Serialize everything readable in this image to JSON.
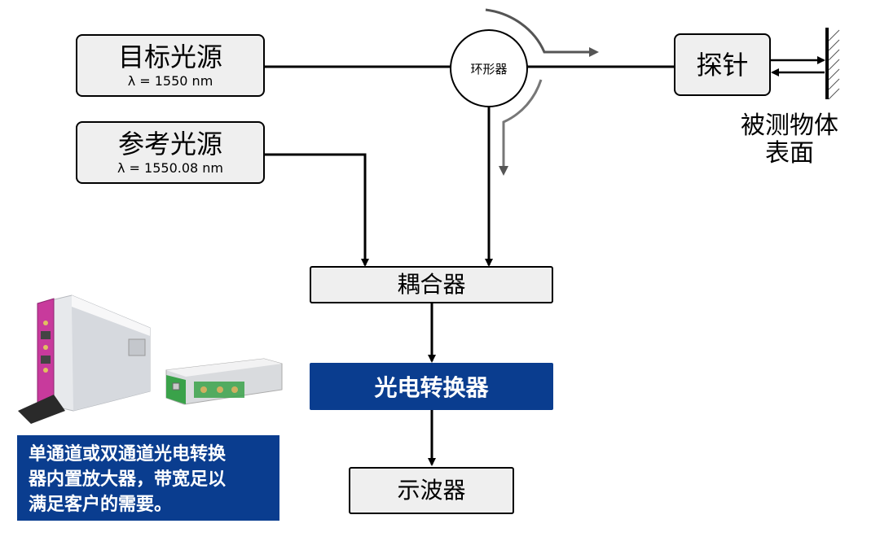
{
  "target_source": {
    "title": "目标光源",
    "wavelength": "λ = 1550 nm"
  },
  "reference_source": {
    "title": "参考光源",
    "wavelength": "λ = 1550.08 nm"
  },
  "circulator": {
    "label": "环形器"
  },
  "probe": {
    "label": "探针"
  },
  "surface": {
    "line1": "被测物体",
    "line2": "表面"
  },
  "coupler": {
    "label": "耦合器"
  },
  "photodetector": {
    "label": "光电转换器"
  },
  "oscilloscope": {
    "label": "示波器"
  },
  "caption": {
    "line1": "单通道或双通道光电转换",
    "line2": "器内置放大器，带宽足以",
    "line3": "满足客户的需要。"
  },
  "colors": {
    "accent_blue": "#0a3d8f",
    "box_fill": "#efefef",
    "arrow_gray": "#555555"
  }
}
